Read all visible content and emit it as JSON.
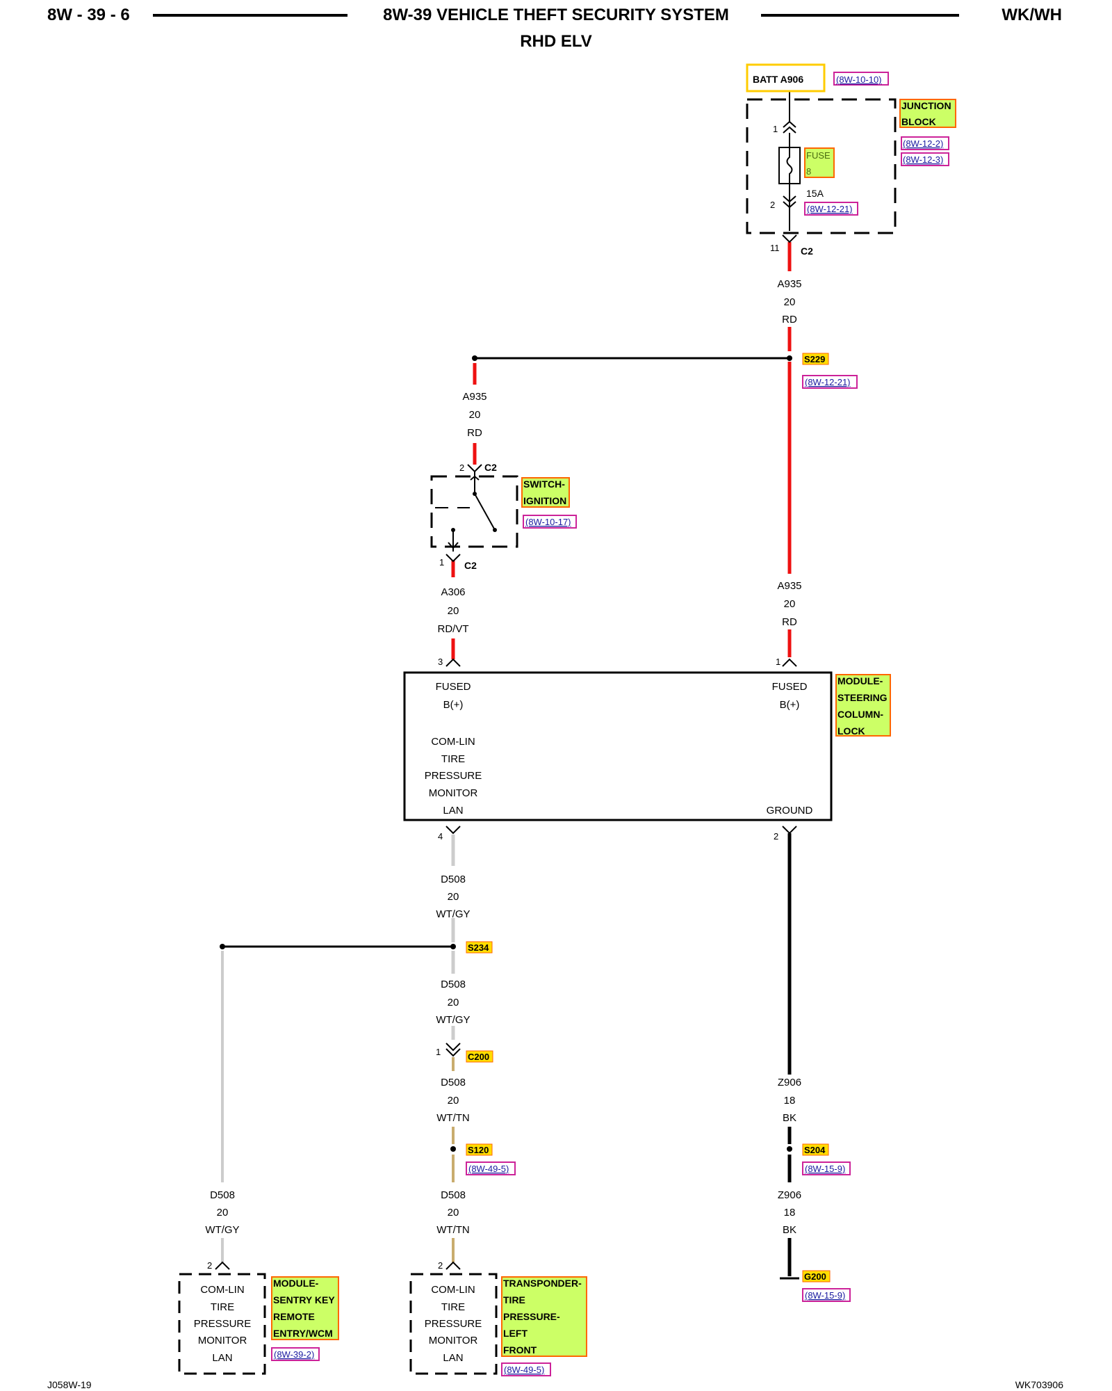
{
  "header": {
    "page_ref": "8W - 39 - 6",
    "title": "8W-39 VEHICLE THEFT SECURITY SYSTEM",
    "subtitle": "RHD ELV",
    "model": "WK/WH"
  },
  "footer": {
    "left": "J058W-19",
    "right": "WK703906"
  },
  "colors": {
    "red_wire": "#ee1111",
    "black_wire": "#000000",
    "gray_wire": "#cccccc",
    "tan_wire": "#c9ac6e",
    "label_bg": "#ccff66",
    "label_border": "#ff6600",
    "ref_border": "#cc2299",
    "batt_border": "#ffcc00"
  },
  "diagram": {
    "batt": {
      "label": "BATT A906",
      "ref": "(8W-10-10)"
    },
    "junction_block": {
      "label1": "JUNCTION",
      "label2": "BLOCK",
      "ref1": "(8W-12-2)",
      "ref2": "(8W-12-3)"
    },
    "fuse": {
      "label": "FUSE",
      "number": "8",
      "rating": "15A",
      "ref": "(8W-12-21)",
      "pin_top": "1",
      "pin_bottom": "2"
    },
    "jb_c2": {
      "pin": "11",
      "name": "C2"
    },
    "wire_a935_top": {
      "circuit": "A935",
      "gauge": "20",
      "color": "RD"
    },
    "splice_s229": {
      "name": "S229",
      "ref": "(8W-12-21)"
    },
    "wire_a935_left": {
      "circuit": "A935",
      "gauge": "20",
      "color": "RD"
    },
    "ign_c2_top": {
      "pin": "2",
      "name": "C2"
    },
    "ignition_switch": {
      "label1": "SWITCH-",
      "label2": "IGNITION",
      "ref": "(8W-10-17)"
    },
    "ign_c2_bottom": {
      "pin": "1",
      "name": "C2"
    },
    "wire_a306": {
      "circuit": "A306",
      "gauge": "20",
      "color": "RD/VT"
    },
    "wire_a935_right": {
      "circuit": "A935",
      "gauge": "20",
      "color": "RD"
    },
    "scl_module": {
      "pin3": "3",
      "pin1": "1",
      "pin4": "4",
      "pin2": "2",
      "fused_left1": "FUSED",
      "fused_left2": "B(+)",
      "fused_right1": "FUSED",
      "fused_right2": "B(+)",
      "lan1": "COM-LIN",
      "lan2": "TIRE",
      "lan3": "PRESSURE",
      "lan4": "MONITOR",
      "lan5": "LAN",
      "ground": "GROUND",
      "label1": "MODULE-",
      "label2": "STEERING",
      "label3": "COLUMN-",
      "label4": "LOCK"
    },
    "wire_d508_a": {
      "circuit": "D508",
      "gauge": "20",
      "color": "WT/GY"
    },
    "splice_s234": {
      "name": "S234"
    },
    "wire_d508_b": {
      "circuit": "D508",
      "gauge": "20",
      "color": "WT/GY"
    },
    "c200": {
      "pin": "1",
      "name": "C200"
    },
    "wire_d508_c": {
      "circuit": "D508",
      "gauge": "20",
      "color": "WT/TN"
    },
    "splice_s120": {
      "name": "S120",
      "ref": "(8W-49-5)"
    },
    "wire_d508_d": {
      "circuit": "D508",
      "gauge": "20",
      "color": "WT/TN"
    },
    "wire_d508_left": {
      "circuit": "D508",
      "gauge": "20",
      "color": "WT/GY"
    },
    "wire_z906_a": {
      "circuit": "Z906",
      "gauge": "18",
      "color": "BK"
    },
    "splice_s204": {
      "name": "S204",
      "ref": "(8W-15-9)"
    },
    "wire_z906_b": {
      "circuit": "Z906",
      "gauge": "18",
      "color": "BK"
    },
    "ground_g200": {
      "name": "G200",
      "ref": "(8W-15-9)"
    },
    "skrem_module": {
      "pin": "2",
      "lan1": "COM-LIN",
      "lan2": "TIRE",
      "lan3": "PRESSURE",
      "lan4": "MONITOR",
      "lan5": "LAN",
      "label1": "MODULE-",
      "label2": "SENTRY KEY",
      "label3": "REMOTE",
      "label4": "ENTRY/WCM",
      "ref": "(8W-39-2)"
    },
    "transponder": {
      "pin": "2",
      "lan1": "COM-LIN",
      "lan2": "TIRE",
      "lan3": "PRESSURE",
      "lan4": "MONITOR",
      "lan5": "LAN",
      "label1": "TRANSPONDER-",
      "label2": "TIRE",
      "label3": "PRESSURE-",
      "label4": "LEFT",
      "label5": "FRONT",
      "ref": "(8W-49-5)"
    }
  }
}
